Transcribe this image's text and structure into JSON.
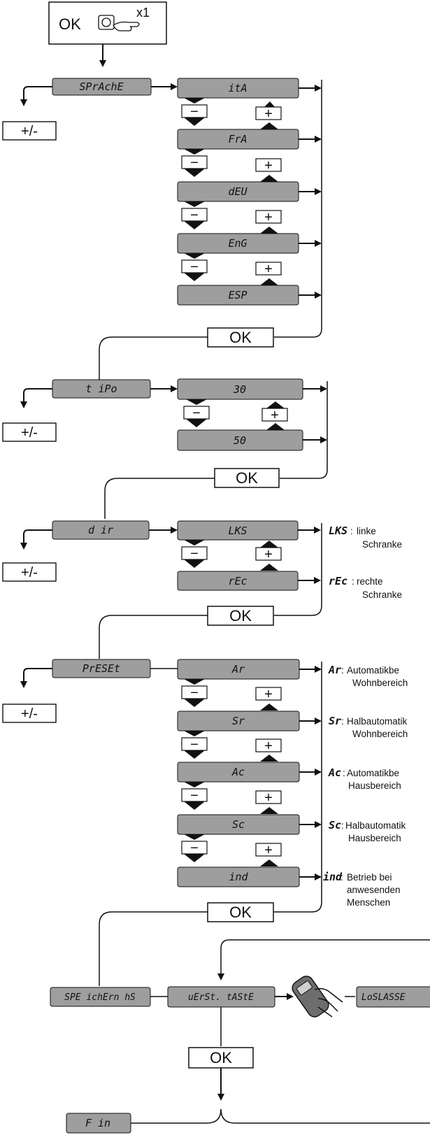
{
  "top": {
    "ok_label": "OK",
    "press_count": "x1"
  },
  "plusminus_label": "+/-",
  "minus_label": "−",
  "plus_label": "+",
  "ok_label": "OK",
  "menus": {
    "sprache": {
      "title": "SPrAchE",
      "options": [
        "itA",
        "FrA",
        "dEU",
        "EnG",
        "ESP"
      ]
    },
    "tipo": {
      "title": "t iPo",
      "options": [
        "30",
        "50"
      ]
    },
    "dir": {
      "title": "d ir",
      "options": [
        "LKS",
        "rEc"
      ],
      "notes": [
        {
          "code": "LKS",
          "text": [
            "linke",
            "Schranke"
          ]
        },
        {
          "code": "rEc",
          "text": [
            "rechte",
            "Schranke"
          ]
        }
      ]
    },
    "preset": {
      "title": "PrESEt",
      "options": [
        "Ar",
        "Sr",
        "Ac",
        "Sc",
        "ind"
      ],
      "notes": [
        {
          "code": "Ar",
          "text": [
            "Automatikbe",
            "Wohnbereich"
          ]
        },
        {
          "code": "Sr",
          "text": [
            "Halbautomatik",
            "Wohnbereich"
          ]
        },
        {
          "code": "Ac",
          "text": [
            "Automatikbe",
            "Hausbereich"
          ]
        },
        {
          "code": "Sc",
          "text": [
            "Halbautomatik",
            "Hausbereich"
          ]
        },
        {
          "code": "ind",
          "text": [
            "Betrieb bei",
            "anwesenden",
            "Menschen"
          ]
        }
      ]
    }
  },
  "bottom": {
    "store_label": "SPE ichErn hS",
    "press_key_label": "uErSt. tAStE",
    "release_label": "LoSLASSE",
    "end_label": "F in"
  }
}
